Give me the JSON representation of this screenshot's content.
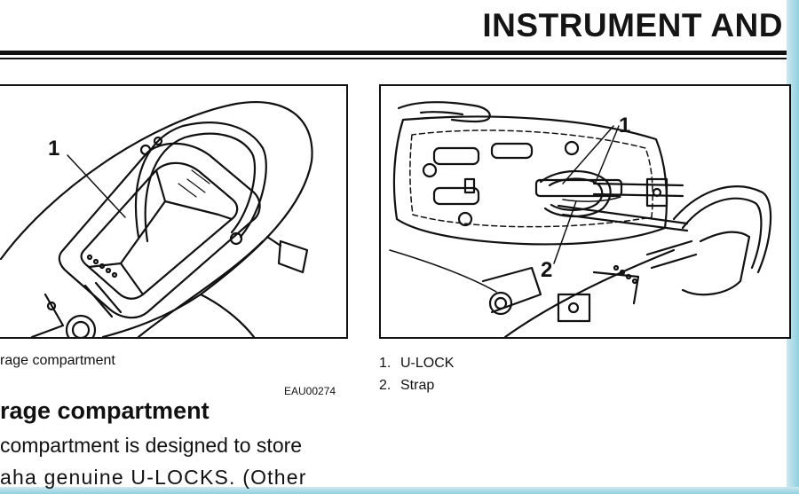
{
  "header": {
    "title": "INSTRUMENT AND"
  },
  "figure_left": {
    "callout": "1"
  },
  "figure_right": {
    "callout_1": "1",
    "callout_2": "2"
  },
  "caption_left": "rage compartment",
  "code_label": "EAU00274",
  "section_heading": "rage compartment",
  "body": {
    "line_1": "compartment is designed to store",
    "line_2": "aha   genuine   U-LOCKS.   (Other"
  },
  "legend": [
    {
      "num": "1.",
      "label": "U-LOCK"
    },
    {
      "num": "2.",
      "label": "Strap"
    }
  ]
}
